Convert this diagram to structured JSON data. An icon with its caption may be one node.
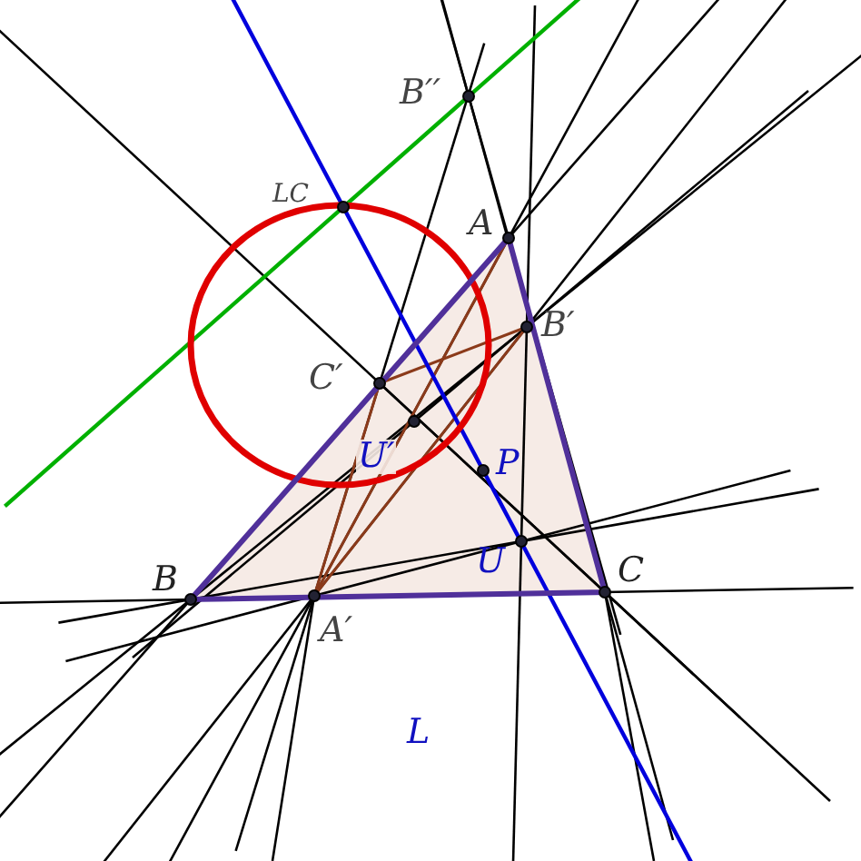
{
  "diagram": {
    "labels": [
      "B′′",
      "LC",
      "A",
      "B′",
      "C′",
      "U′",
      "P",
      "U",
      "B",
      "C",
      "A′",
      "L"
    ]
  }
}
